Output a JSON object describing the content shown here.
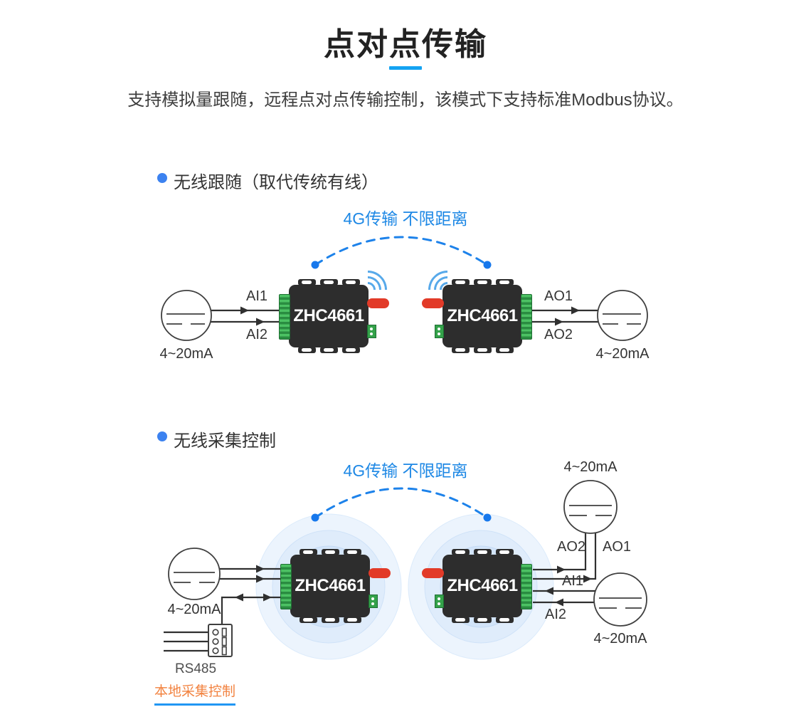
{
  "page": {
    "title": "点对点传输",
    "subtitle": "支持模拟量跟随，远程点对点传输控制，该模式下支持标准Modbus协议。"
  },
  "colors": {
    "accent_blue": "#1e88e5",
    "underline_blue": "#14a3f2",
    "bullet_blue": "#3c82f0",
    "dashed_link_blue": "#1d82ea",
    "orange": "#f2823f",
    "device_body_black": "#2d2d2d",
    "terminal_green": "#34a24a",
    "antenna_red": "#e23a28",
    "ripple_light_blue": "#d2e4f9"
  },
  "section1": {
    "heading": "无线跟随（取代传统有线）",
    "link_label": "4G传输 不限距离",
    "left_device_label": "ZHC4661",
    "right_device_label": "ZHC4661",
    "left_sensor_label": "4~20mA",
    "right_sensor_label": "4~20mA",
    "signal_ai1": "AI1",
    "signal_ai2": "AI2",
    "signal_ao1": "AO1",
    "signal_ao2": "AO2"
  },
  "section2": {
    "heading": "无线采集控制",
    "link_label": "4G传输 不限距离",
    "left_device_label": "ZHC4661",
    "right_device_label": "ZHC4661",
    "left_sensor_label": "4~20mA",
    "top_sensor_label": "4~20mA",
    "bottom_sensor_label": "4~20mA",
    "signal_ao2": "AO2",
    "signal_ao1": "AO1",
    "signal_ai1": "AI1",
    "signal_ai2": "AI2",
    "rs485_label": "RS485",
    "local_control_caption": "本地采集控制"
  }
}
